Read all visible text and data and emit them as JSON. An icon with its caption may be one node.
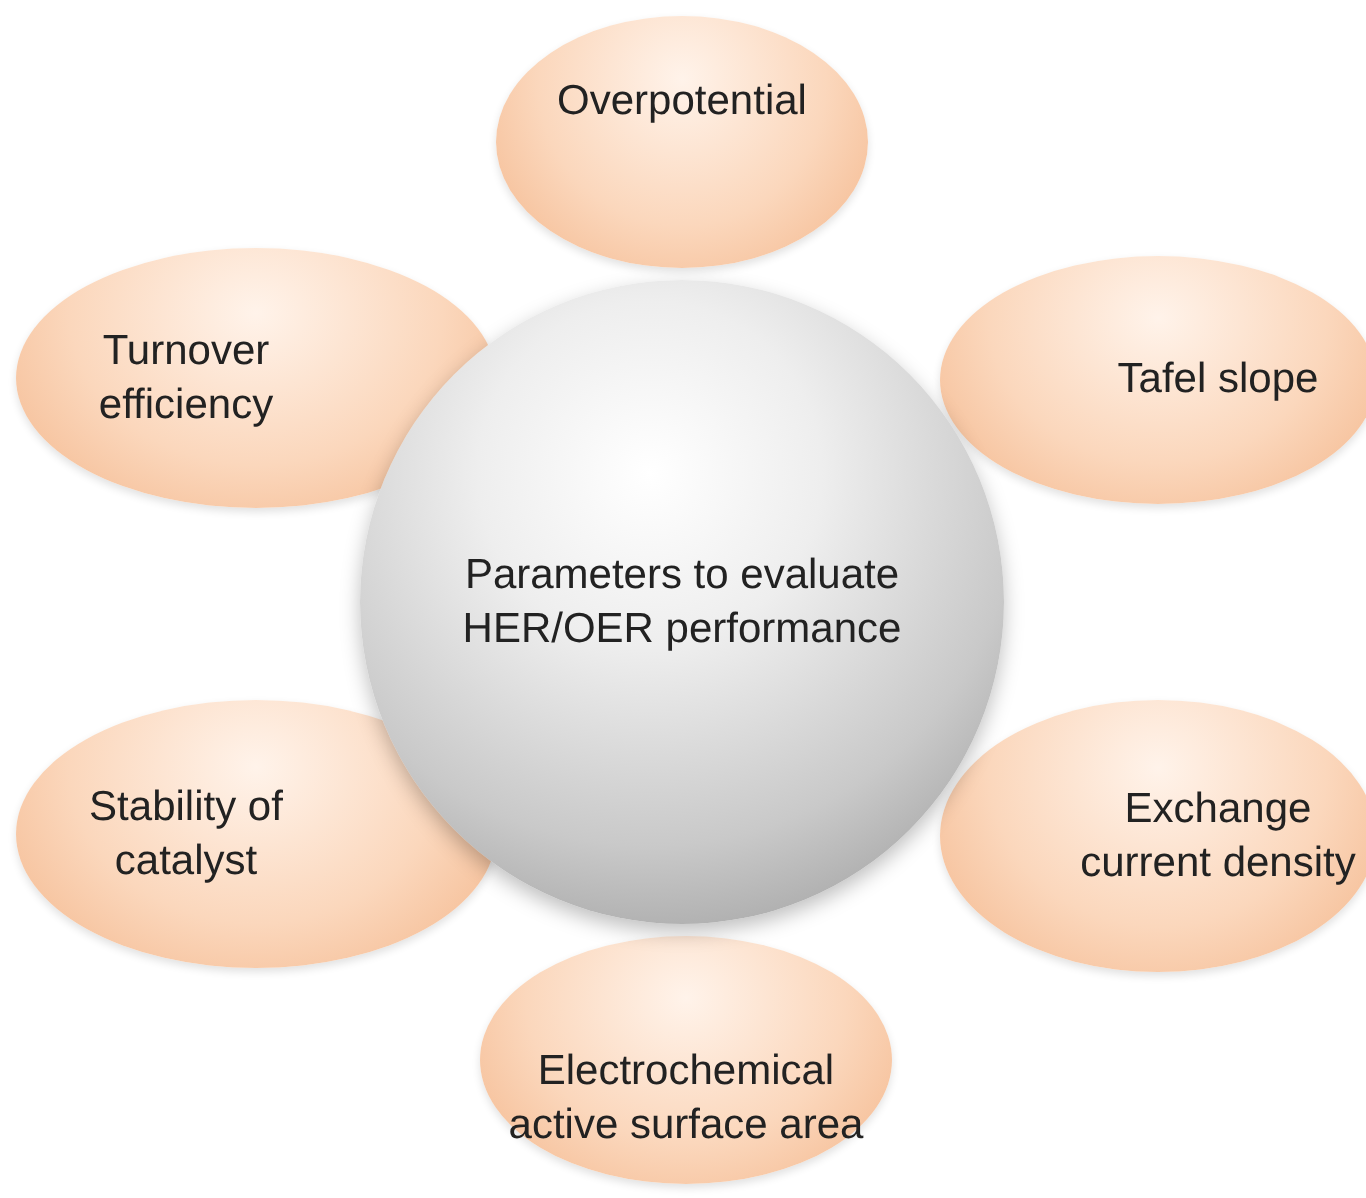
{
  "diagram": {
    "nodes": [
      {
        "text": [
          "Parameters to evaluate HER/OER performance"
        ]
      },
      {
        "text": [
          "Overpotential"
        ]
      },
      {
        "text": [
          "Tafel slope"
        ]
      },
      {
        "text": [
          "Exchange current density"
        ]
      },
      {
        "text": [
          "Electrochemical active surface area"
        ]
      },
      {
        "text": [
          "Stability of catalyst"
        ]
      },
      {
        "text": [
          "Turnover efficiency"
        ]
      }
    ]
  }
}
